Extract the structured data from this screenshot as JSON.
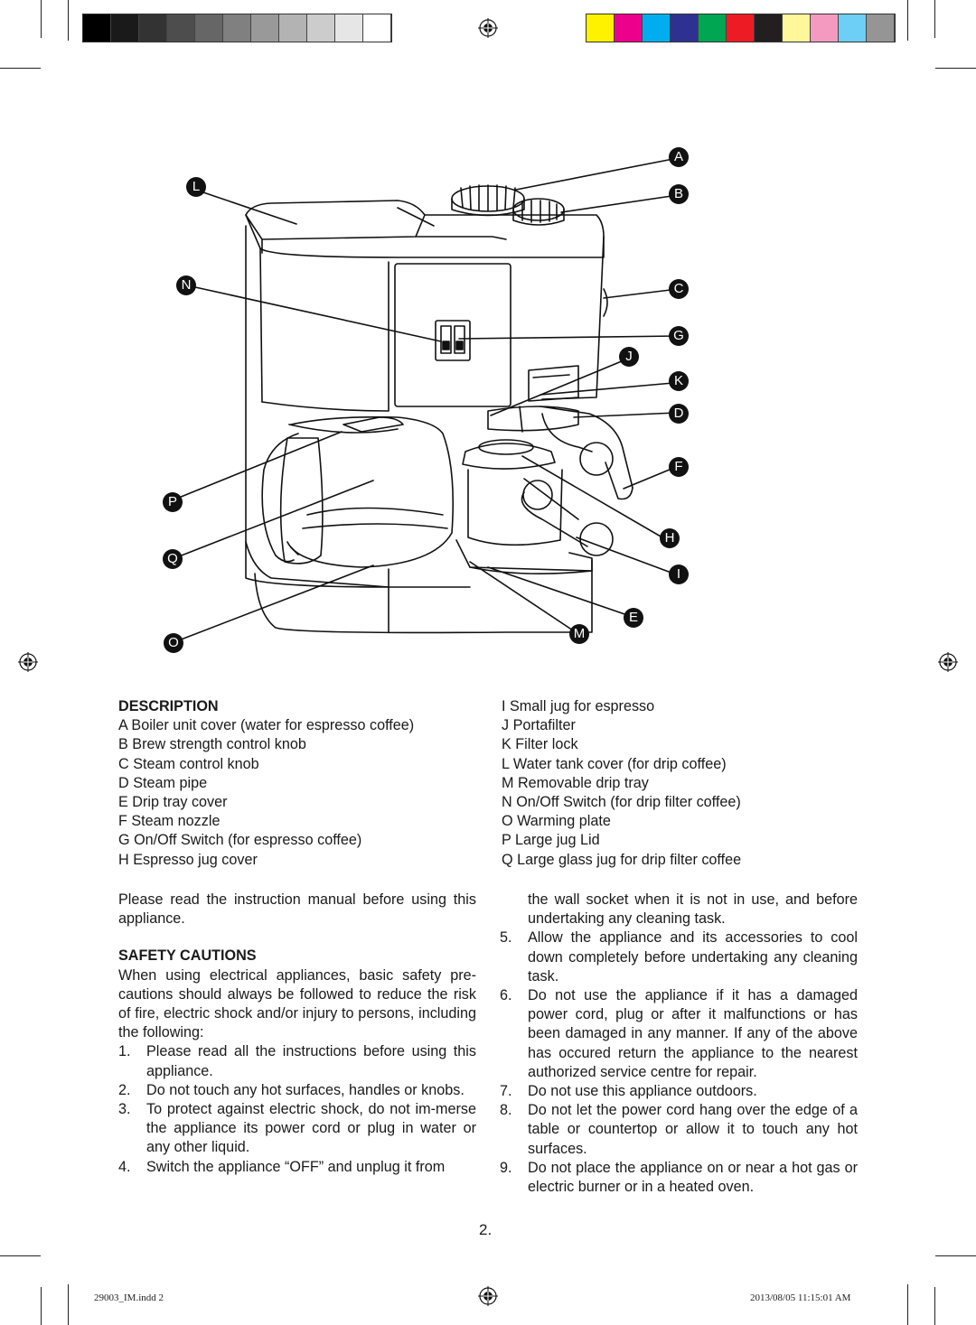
{
  "print_marks": {
    "grayscale_colors": [
      "#000000",
      "#1a1a1a",
      "#333333",
      "#4d4d4d",
      "#666666",
      "#808080",
      "#999999",
      "#b3b3b3",
      "#cccccc",
      "#e6e6e6",
      "#ffffff"
    ],
    "process_colors": [
      "#fff200",
      "#ec008c",
      "#00aeef",
      "#2e3192",
      "#00a651",
      "#ed1c24",
      "#231f20",
      "#fff799",
      "#f49ac1",
      "#6dcff6",
      "#959595"
    ],
    "registration_icon": "registration-mark-icon"
  },
  "diagram": {
    "callouts": {
      "A": "A",
      "B": "B",
      "C": "C",
      "D": "D",
      "E": "E",
      "F": "F",
      "G": "G",
      "H": "H",
      "I": "I",
      "J": "J",
      "K": "K",
      "L": "L",
      "M": "M",
      "N": "N",
      "O": "O",
      "P": "P",
      "Q": "Q"
    }
  },
  "description": {
    "heading": "DESCRIPTION",
    "left_items": [
      "A Boiler unit cover (water for espresso coffee)",
      "B Brew strength control knob",
      "C Steam control knob",
      "D Steam pipe",
      "E Drip tray cover",
      "F Steam nozzle",
      "G On/Off Switch (for espresso coffee)",
      "H Espresso jug cover"
    ],
    "right_items": [
      "I Small jug for espresso",
      "J Portafilter",
      "K Filter lock",
      "L Water tank cover (for drip coffee)",
      "M Removable drip tray",
      "N On/Off Switch (for drip filter coffee)",
      "O Warming plate",
      "P Large jug Lid",
      "Q Large glass jug for drip filter coffee"
    ]
  },
  "intro": "Please read the instruction manual before using this appliance.",
  "safety": {
    "heading": "SAFETY CAUTIONS",
    "intro": "When using electrical appliances, basic safety pre-cautions should always be followed to reduce the risk of fire, electric shock and/or injury to persons, including the following:",
    "items_left": [
      {
        "num": "1.",
        "text": "Please read all the instructions before using this appliance."
      },
      {
        "num": "2.",
        "text": "Do not touch any hot surfaces, handles or knobs."
      },
      {
        "num": "3.",
        "text": "To protect against electric shock, do not im-merse the appliance its power cord or plug in water or any other liquid."
      },
      {
        "num": "4.",
        "text": "Switch the appliance “OFF” and unplug it from"
      }
    ],
    "continuation": "the wall socket when it is not in use, and before undertaking any cleaning task.",
    "items_right": [
      {
        "num": "5.",
        "text": "Allow the appliance and its accessories to cool down completely before undertaking any cleaning task."
      },
      {
        "num": "6.",
        "text": "Do not use the appliance if it has a damaged power cord, plug or after it malfunctions or has been damaged in any manner. If any of the above has occured return the appliance to the nearest authorized service centre for  repair."
      },
      {
        "num": "7.",
        "text": "Do not use this appliance outdoors."
      },
      {
        "num": "8.",
        "text": "Do not let the power cord hang over the edge of a table or countertop or allow it to touch any hot surfaces."
      },
      {
        "num": "9.",
        "text": "Do not place the appliance on or near a hot gas or electric burner or in a heated oven."
      }
    ]
  },
  "page_number": "2.",
  "footer": {
    "file": "29003_IM.indd   2",
    "timestamp": "2013/08/05   11:15:01 AM"
  }
}
